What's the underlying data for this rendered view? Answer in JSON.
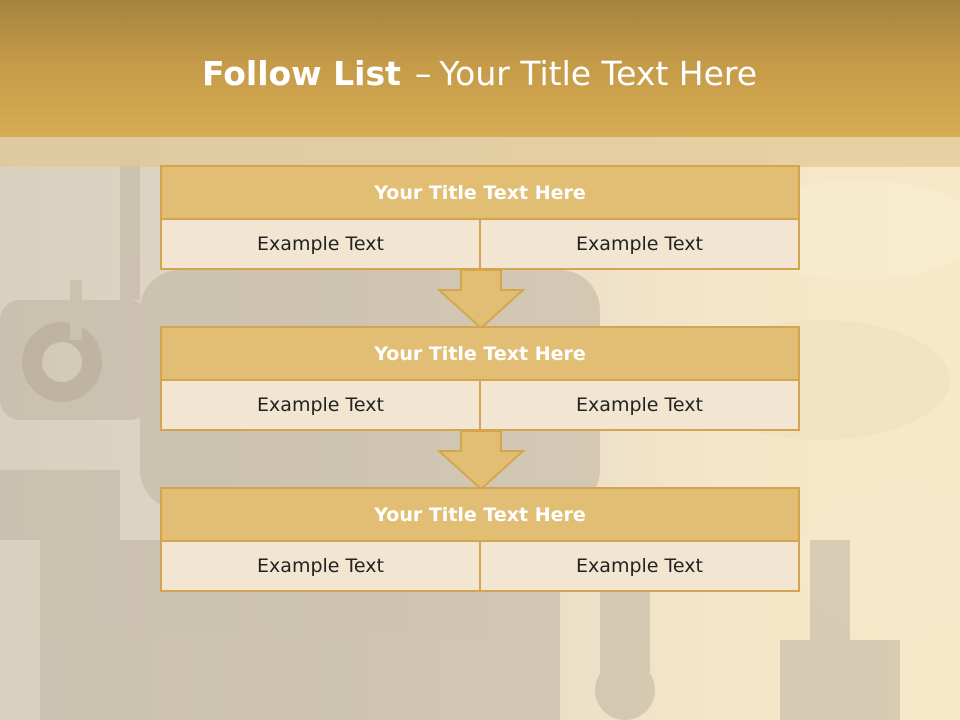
{
  "header": {
    "title_bold": "Follow List",
    "title_sep": "–",
    "title_rest": "Your Title Text Here"
  },
  "blocks": [
    {
      "title": "Your Title Text Here",
      "cells": [
        "Example Text",
        "Example Text"
      ]
    },
    {
      "title": "Your Title Text Here",
      "cells": [
        "Example Text",
        "Example Text"
      ]
    },
    {
      "title": "Your Title Text Here",
      "cells": [
        "Example Text",
        "Example Text"
      ]
    }
  ],
  "colors": {
    "header_gold": "#d8ac54",
    "block_title_fill": "#e2bd74",
    "block_border": "#d3a54f",
    "cell_fill": "#f2e5d2",
    "arrow_fill": "#e2bd74"
  },
  "icons": [
    "down-arrow-icon"
  ]
}
